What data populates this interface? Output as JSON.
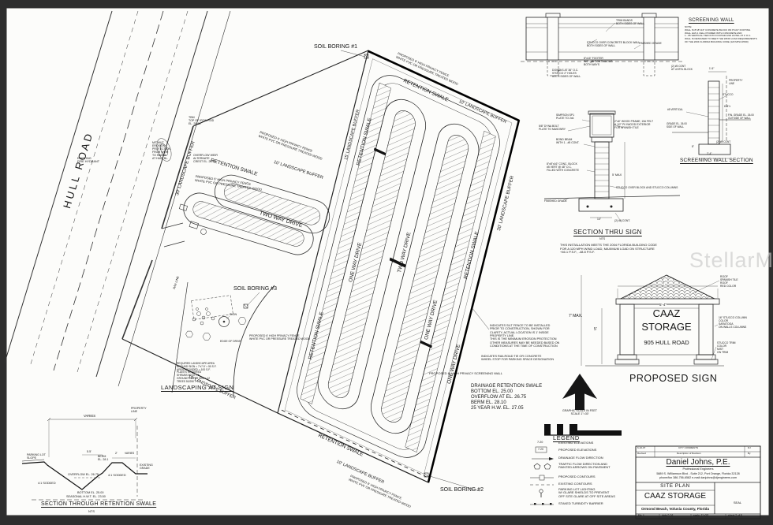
{
  "watermark": "StellarMLS",
  "plan": {
    "hull_road": "HULL ROAD",
    "soil_boring_1": "SOIL BORING #1",
    "soil_boring_2": "SOIL BORING #2",
    "soil_boring_3": "SOIL BORING #3",
    "retention_swale": "RETENTION SWALE",
    "two_way_drive": "TWO WAY DRIVE",
    "one_way_drive": "ONE WAY DRIVE",
    "buffer_30": "30' LANDSCAPE BUFFER",
    "buffer_15": "15' LANDSCAPE BUFFER",
    "buffer_10": "10' LANDSCAPE BUFFER",
    "fence_note": "PROPOSED 6' HIGH PRIVACY FENCE\nWHITE PVC OR PRESSURE TREATED WOOD",
    "screen_wall_note": "PROPOSED 6' HIGH PRIVACY SCREENING WALL",
    "drainage_note": "DRAINAGE RETENTION SWALE\nBOTTOM EL. 25.00\nOVERFLOW AT EL. 26.75\nBERM EL. 28.10\n25 YEAR H.W. EL. 27.05",
    "silt_fence_note": "INDICATES SILT FENCE TO BE INSTALLED\nPRIOR TO CONSTRUCTION, SHOWN FOR\nCLARITY, ACTUAL LOCATION IS 1' INSIDE\nPROPERTY LINE.\nTHIS IS THE MINIMUM EROSION PROTECTION\nOTHER MEASURES MAY BE NEEDED BASED ON\nCONDITIONS AT THE TIME OF CONSTRUCTION",
    "wheel_stop_note": "INDICATES RAILROAD TIE OR CONCRETE\nWHEEL STOP FOR PARKING SPACE DESIGNATION",
    "tbm_note": "TBM\nTOP OF IRON ROD\nEL. 28.65",
    "hydrant_note": "EXISTING\nFIRE HYDRANT",
    "weir_note": "OVERFLOW WEIR\nALTERNATE\nCREST EL. 26.75",
    "erosion_note": "MIT-MUT\nEROSION\nPROTECTION\nFROM WEIR\nTO SWALE\nAT HULL BL."
  },
  "landscaping_detail": {
    "title": "LANDSCAPING AT SIGN",
    "notes": "REQUIRED LANDSCAPE AREA\nAROUND SIGN = 7'x7.5' = 50 S.F.\nAREA PROVIDED = 100 S.F.\nPLANTS REQUIRED\nSHRUBS 50/10 = 5\nGROUND COVER 50/4 = 12\nTREES 50/250 = 1",
    "rw_line": "R/W LINE",
    "sign": "SIGN",
    "edge_of_drive": "EDGE OF DRIVE"
  },
  "swale_section": {
    "title": "SECTION THROUGH RETENTION SWALE",
    "nts": "NTS",
    "varies": "VARIES",
    "property_line": "PROPERTY\nLINE",
    "parking_lot": "PARKING LOT\nSLOPE",
    "dim_55": "5.5'",
    "dim_2": "2'",
    "berm": "BERM\nEL. 28.1",
    "overflow": "OVERFLOW EL. 26.75",
    "sodded": "4:1 SODDED",
    "existing_grade": "EXISTING\nGRADE",
    "bottom": "BOTTOM EL. 25.00",
    "seasonal": "SEASONAL H.W.T. EL. 23.50"
  },
  "screening_wall": {
    "title": "SCREENING WALL",
    "note": "NOTE:\nWALL IS 8\"x8\"x16\" CONCRETE BLOCK ON 8\"x24\" FOOTING\nWALL HAS 1 CELL POURED WITH CONCRETE AND\n1 - #5 VERTICAL TIED INTO FOOTER AND LINTEL AT 4' O.C.\nWALL IS DESIGNED TO MEET THE WIND LOAD REQUIREMENTS\nOF THE 2004 FLORIDA BUILDING CODE (120 MPH WIND)",
    "trim": "TRIM BANDS\nBOTH SIDES OF WALL",
    "stucco": "STUCCO OVER CONCRETE BLOCK WALL\nBOTH SIDES OF WALL",
    "grade": "FINISHED GRADE",
    "footer": "8\"x16\" FOOTER\nW/2 - #5 CONTINUOUS\nBOTH WAYS",
    "dowels": "DOWELS AT 36\" O.C.\nSTUCCO 2\" HOLES\nBOTH SIDES OF WALL"
  },
  "wall_section": {
    "title": "SCREENING WALL SECTION",
    "lintel": "(2) #5 CONT\nAT LINTEL BLOCK",
    "dim_offset": "1'-6\"",
    "property_line": "PROPERTY\nLINE",
    "stucco": "STUCCO",
    "height": "6'-8\"±",
    "vertical": "#5 VERTICAL",
    "fin_grade": "FIN. GRADE EL. 26.00\nOUTSIDE OF WALL",
    "grade_side": "GRADE EL. 26.00\nSIDE OF WALL",
    "cont": "(2) #5 CONT",
    "dim_8": "8\"",
    "dim_24": "2'-4\""
  },
  "sign_section": {
    "title": "SECTION THRU SIGN",
    "nts": "NTS",
    "code_note": "THIS INSTALLATION MEETS THE 2004 FLORIDA BUILDING CODE\nFOR A 120 MPH WIND LOAD, MAXIMUM LOAD ON STRUCTURE\n+46.1 P.S.F., -48.8 P.S.F.",
    "simpson": "SIMPSON SP1\nPLATE TO 2x6",
    "dyna": "5/8\" DYNA BOLT\nPLATE TO MASONRY",
    "bond": "BOND BEAM\nWITH 1 - #5 CONT.",
    "block": "8\"x8\"x16\" CONC. BLOCK\n#5 VERT @ 48\" O.C.\nFILLED WITH CONCRETE",
    "frame": "2\"x6\" WOOD FRAME, 15# FELT\n& 1/2\" PLYWOOD EXTERIOR\nFOR SPANISH TILE",
    "max5": "5' MAX",
    "stucco_cols": "STUCCO OVER BLOCK AND STUCCO COLUMNS",
    "finished_grade": "FINISHED GRADE",
    "cont": "(2) #5 CONT.",
    "dim_14": "14\""
  },
  "proposed_sign": {
    "title": "PROPOSED SIGN",
    "line1": "CAAZ",
    "line2": "STORAGE",
    "line3": "905 HULL ROAD",
    "dim_w": "7'",
    "dim_inner": "5'-4\"",
    "dim_h": "7' MAX.",
    "dim_h2": "5'",
    "roof_note": "ROOF\nSPANISH TILE\nROOF\nRED COLOR",
    "column_note": "16\" STUCCO COLUMN\nCOLOR\nSARATOGA\nON WALLS COLUMNS",
    "trim_note": "STUCCO TRIM\nCOLOR\nMIST\nON TRIM"
  },
  "north": {
    "scale_note": "GRAPHIC SCALE IN FEET\nSCALE 1\"=30'"
  },
  "legend": {
    "title": "LEGEND",
    "items": [
      {
        "sym": "7.20",
        "label": "EXISTING ELEVATIONS"
      },
      {
        "sym": "7.20",
        "label": "PROPOSED ELEVATIONS"
      },
      {
        "label": "DRAINAGE FLOW DIRECTION"
      },
      {
        "label": "TRAFFIC FLOW DIRECTION AND\nPAINTED ARROWS ON PAVEMENT"
      },
      {
        "label": "PROPOSED CONTOURS"
      },
      {
        "label": "EXISTING CONTOURS"
      },
      {
        "label": "PARKING LOT LIGHTING\nW/ GLARE SHIELDS TO PREVENT\nOFF SITE GLARE AT OFF SITE AREAS"
      },
      {
        "label": "STAKED TURBIDITY BARRIER"
      }
    ]
  },
  "title_block": {
    "rev_date": "6-10-07",
    "rev_desc": "CITY COMMENTS",
    "rev_by": "DJ",
    "revised": "Revised",
    "rev_col": "Description of Revision",
    "by": "By",
    "name": "Daniel Johns, P.E.",
    "firm": "Professional Engineers",
    "address": "5889 S. Williamson Blvd - Suite 212, Port Orange, Florida 32128",
    "phone": "phone/fax 386-756-6582  e-mail  danjohns@djengineers.com",
    "sheet_title": "SITE PLAN",
    "project": "CAAZ STORAGE",
    "location": "Ormond Beach, Volusia County, Florida",
    "seal": "SEAL",
    "file": "file: *",
    "date": "date 9-06",
    "scale": "scale: 1\"=30'",
    "sheet": "sheet  2  of  5"
  }
}
